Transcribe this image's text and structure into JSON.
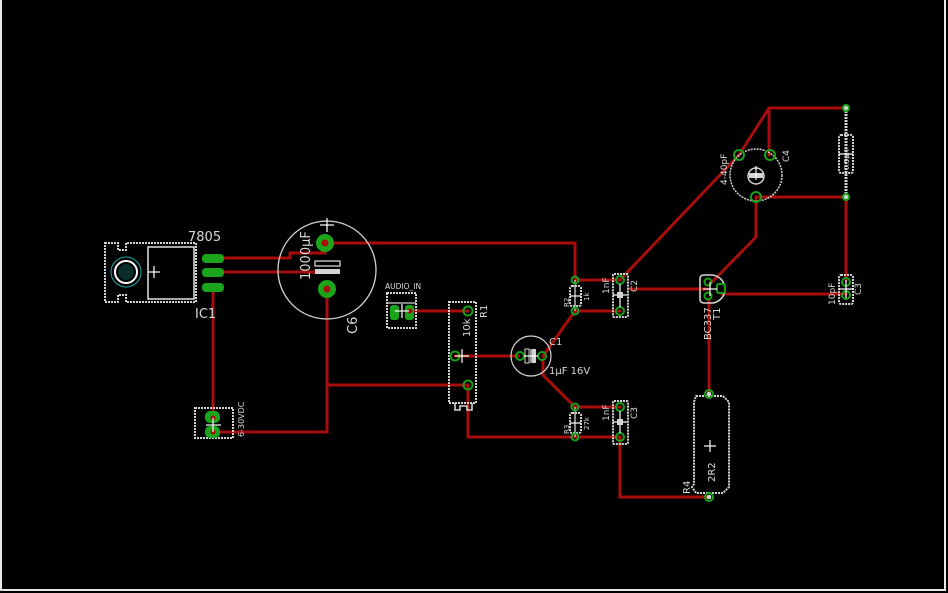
{
  "view": {
    "title": "PCB board layout",
    "background_color": "#000000",
    "trace_color": "#a80d0d",
    "pad_color": "#1aa51a",
    "silkscreen_color": "#d4d4d4"
  },
  "components": {
    "ic1": {
      "name": "IC1",
      "value": "7805"
    },
    "c6": {
      "name": "C6",
      "value": "1000µF",
      "polarity": "+"
    },
    "audio_in": {
      "name": "AUDIO_IN"
    },
    "r1": {
      "name": "R1",
      "value": "10k"
    },
    "power_in": {
      "name": "6-30VDC"
    },
    "c1": {
      "name": "C1",
      "value": "1µF 16V"
    },
    "r2": {
      "name": "R2",
      "value": "1k"
    },
    "c2": {
      "name": "C2",
      "value": "1nF"
    },
    "r3": {
      "name": "R3",
      "value": "27k"
    },
    "c3_lower": {
      "name": "C3",
      "value": "1nF"
    },
    "t1": {
      "name": "T1",
      "value": "BC337"
    },
    "c4": {
      "name": "C4",
      "value": "4-40pF"
    },
    "l1": {
      "name": "L1",
      "value": "0.5µH"
    },
    "c3_right": {
      "name": "C3",
      "value": "10pF"
    },
    "r4": {
      "name": "R4",
      "value": "2R2"
    }
  }
}
